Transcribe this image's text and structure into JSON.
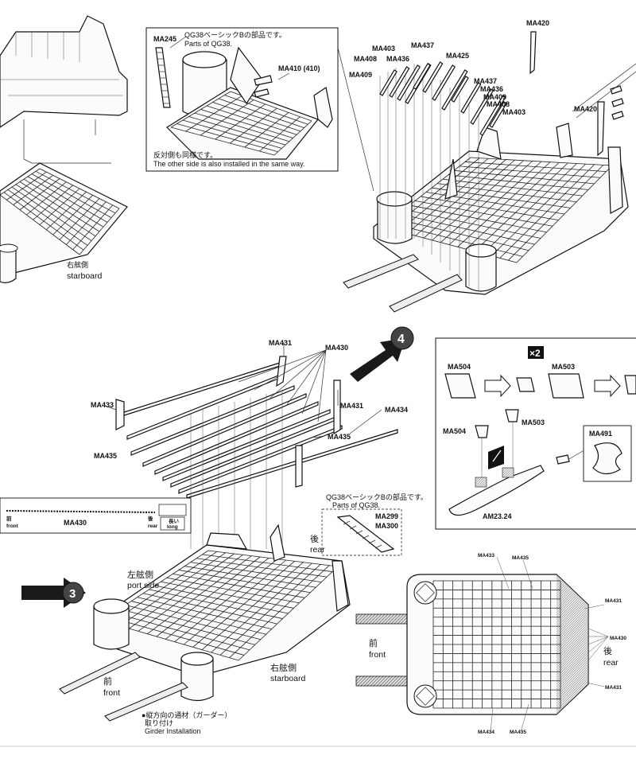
{
  "top_inset": {
    "part_a": "MA245",
    "note_jp": "QG38ベーシックBの部品です。",
    "note_en": "Parts of QG38.",
    "part_b": "MA410 (410)",
    "other_side_jp": "反対側も同様です。",
    "other_side_en": "The other side is also installed in the same way."
  },
  "top_left": {
    "side_jp": "右舷側",
    "side_en": "starboard"
  },
  "top_right": {
    "parts": {
      "ma420a": "MA420",
      "ma403a": "MA403",
      "ma408a": "MA408",
      "ma409a": "MA409",
      "ma436a": "MA436",
      "ma437a": "MA437",
      "ma425": "MA425",
      "ma437b": "MA437",
      "ma436b": "MA436",
      "ma409b": "MA409",
      "ma408b": "MA408",
      "ma403b": "MA403",
      "ma420b": "MA420"
    }
  },
  "step_arrows": {
    "step4": "4",
    "step3": "3"
  },
  "bottom_left": {
    "parts": {
      "ma431a": "MA431",
      "ma430": "MA430",
      "ma433": "MA433",
      "ma431b": "MA431",
      "ma434": "MA434",
      "ma435a": "MA435",
      "ma435b": "MA435"
    },
    "ruler": {
      "label": "MA430",
      "front_jp": "前",
      "front_en": "front",
      "rear_jp": "後",
      "rear_en": "rear",
      "long_jp": "長い",
      "long_en": "long"
    },
    "qg_note_jp": "QG38ベーシックBの部品です。",
    "qg_note_en": "Parts of QG38.",
    "ma299": "MA299",
    "ma300": "MA300",
    "rear_jp": "後",
    "rear_en": "rear",
    "port_jp": "左舷側",
    "port_en": "port side",
    "starboard_jp": "右舷側",
    "starboard_en": "starboard",
    "front_jp": "前",
    "front_en": "front",
    "girder_jp1": "●縦方向の通材（ガーダー）",
    "girder_jp2": "取り付け",
    "girder_en": "Girder Installation"
  },
  "right_box": {
    "multiplier": "×2",
    "ma504a": "MA504",
    "ma503a": "MA503",
    "ma504b": "MA504",
    "ma503b": "MA503",
    "ma491": "MA491",
    "am": "AM23.24"
  },
  "plan_view": {
    "ma433": "MA433",
    "ma435a": "MA435",
    "ma431a": "MA431",
    "ma430": "MA430",
    "ma431b": "MA431",
    "ma434": "MA434",
    "ma435b": "MA435",
    "front_jp": "前",
    "front_en": "front",
    "rear_jp": "後",
    "rear_en": "rear"
  }
}
